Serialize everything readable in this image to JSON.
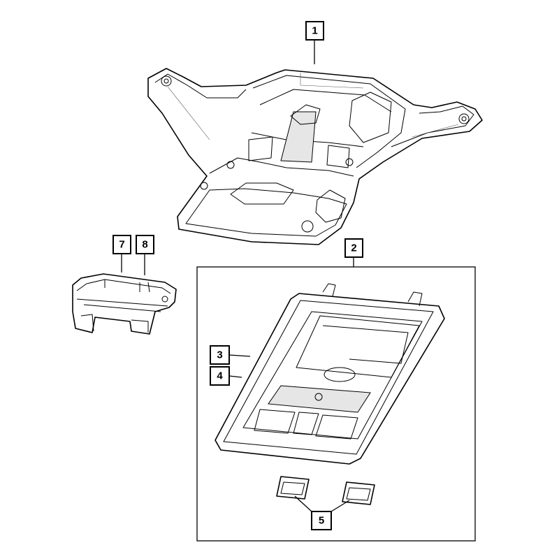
{
  "callouts": {
    "c1": "1",
    "c2": "2",
    "c3": "3",
    "c4": "4",
    "c5": "5",
    "c7": "7",
    "c8": "8"
  }
}
